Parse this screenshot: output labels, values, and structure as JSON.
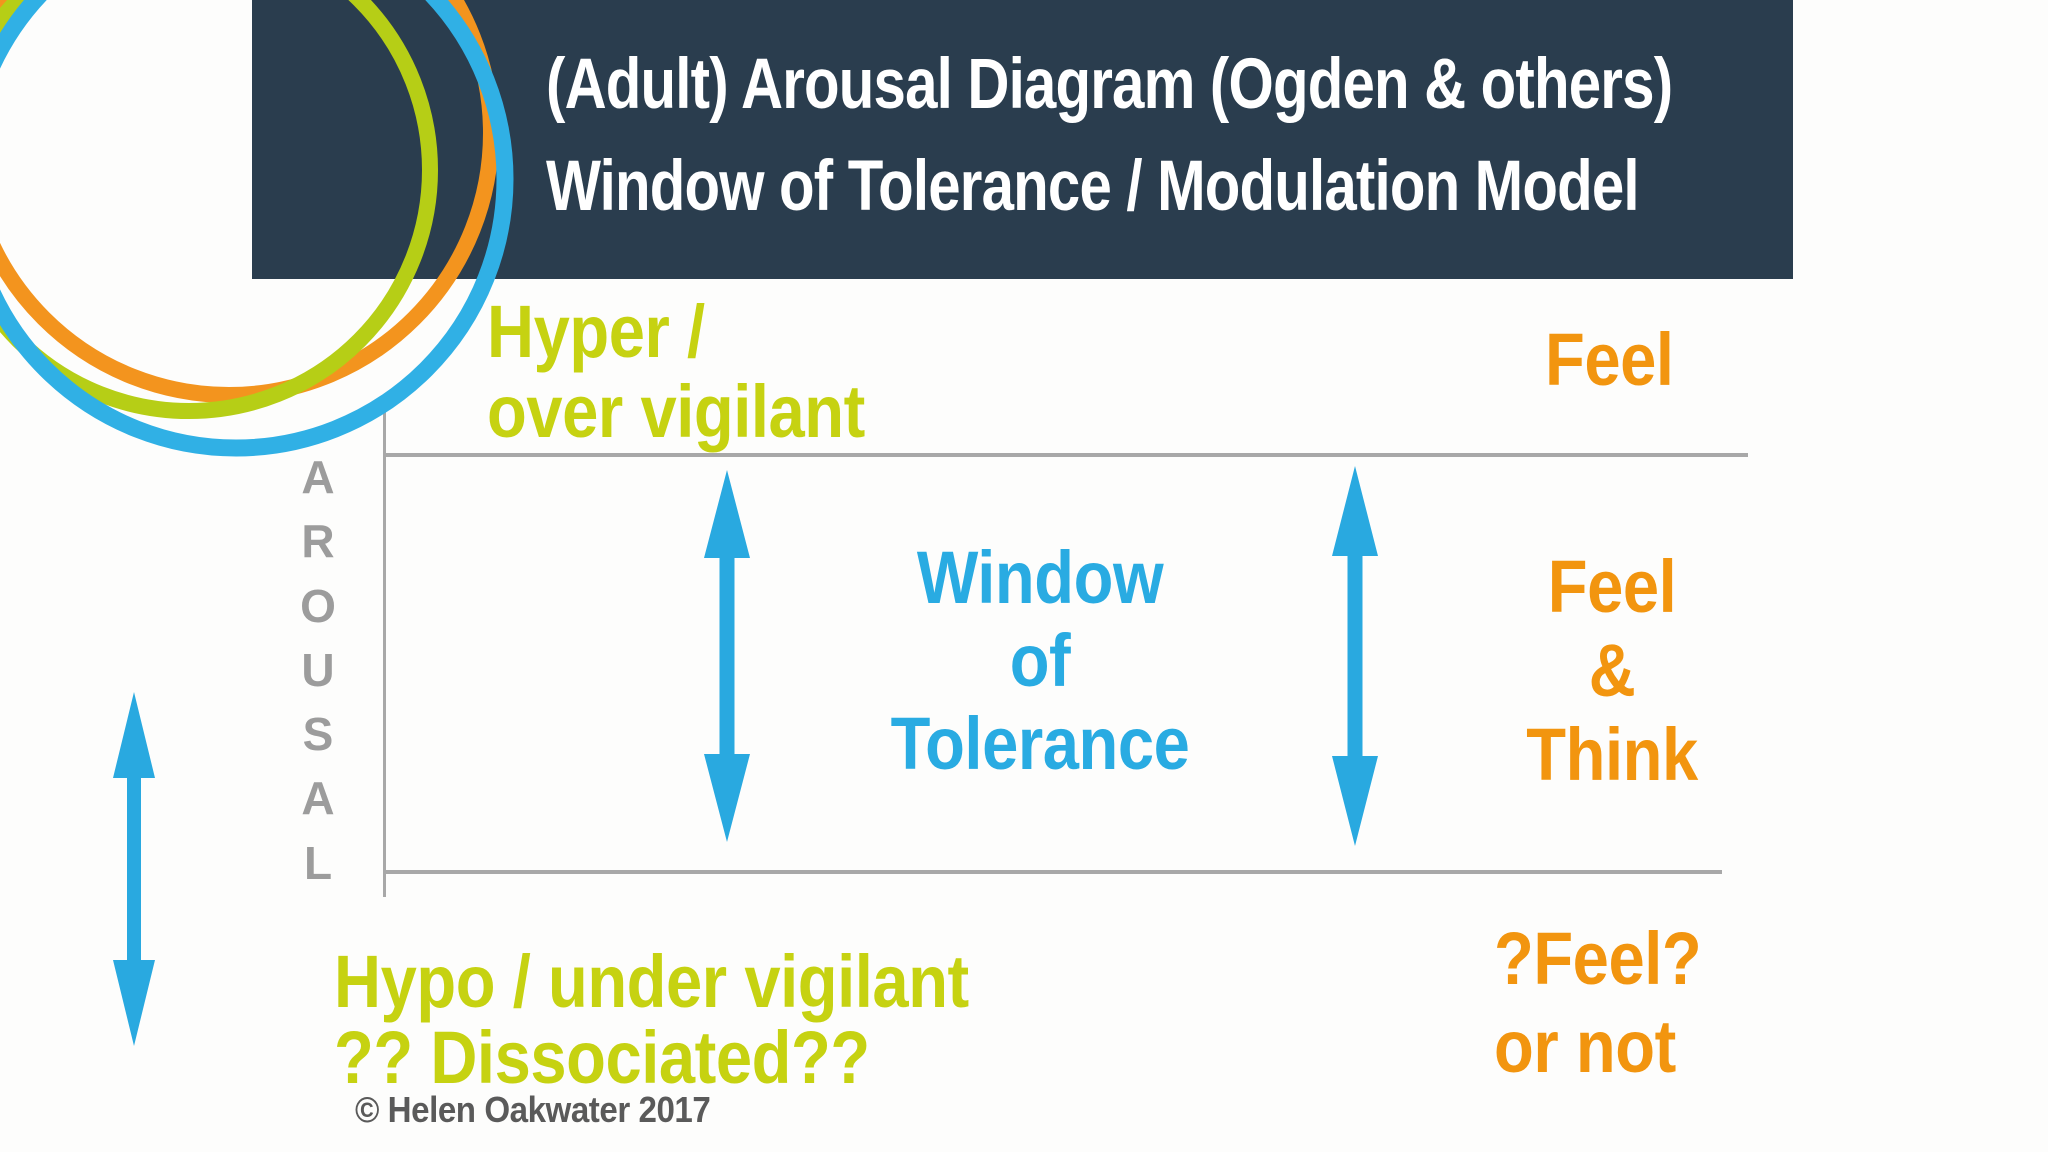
{
  "header": {
    "title_line1": "(Adult) Arousal Diagram (Ogden & others)",
    "title_line2": "Window of Tolerance / Modulation Model",
    "background": "#2a3d4e",
    "text_color": "#ffffff"
  },
  "logo": {
    "ring_colors": {
      "orange": "#f3941e",
      "green": "#b6ce16",
      "blue": "#30b0e5"
    }
  },
  "axis": {
    "letters": [
      "A",
      "R",
      "O",
      "U",
      "S",
      "A",
      "L"
    ],
    "letter_color": "#9c9c9c",
    "line_color": "#a8a8a8"
  },
  "labels": {
    "hyper_line1": "Hyper /",
    "hyper_line2": "over vigilant",
    "feel_top": "Feel",
    "window_line1": "Window",
    "window_line2": "of",
    "window_line3": "Tolerance",
    "feel_think_line1": "Feel",
    "feel_think_line2": "&",
    "feel_think_line3": "Think",
    "feel_or_not_line1": "?Feel?",
    "feel_or_not_line2": "or not",
    "hypo_line1": "Hypo / under vigilant",
    "hypo_line2": "?? Dissociated??",
    "copyright": "© Helen Oakwater 2017"
  },
  "colors": {
    "lime_text": "#c6d211",
    "orange_text": "#f2950f",
    "blue_text": "#29abe2",
    "arrow_blue": "#29a9e0",
    "gray_line": "#a8a8a8",
    "copyright_gray": "#5a5a5a"
  },
  "icons": {
    "rings": "logo-rings-icon",
    "arrow": "double-arrow-icon"
  }
}
